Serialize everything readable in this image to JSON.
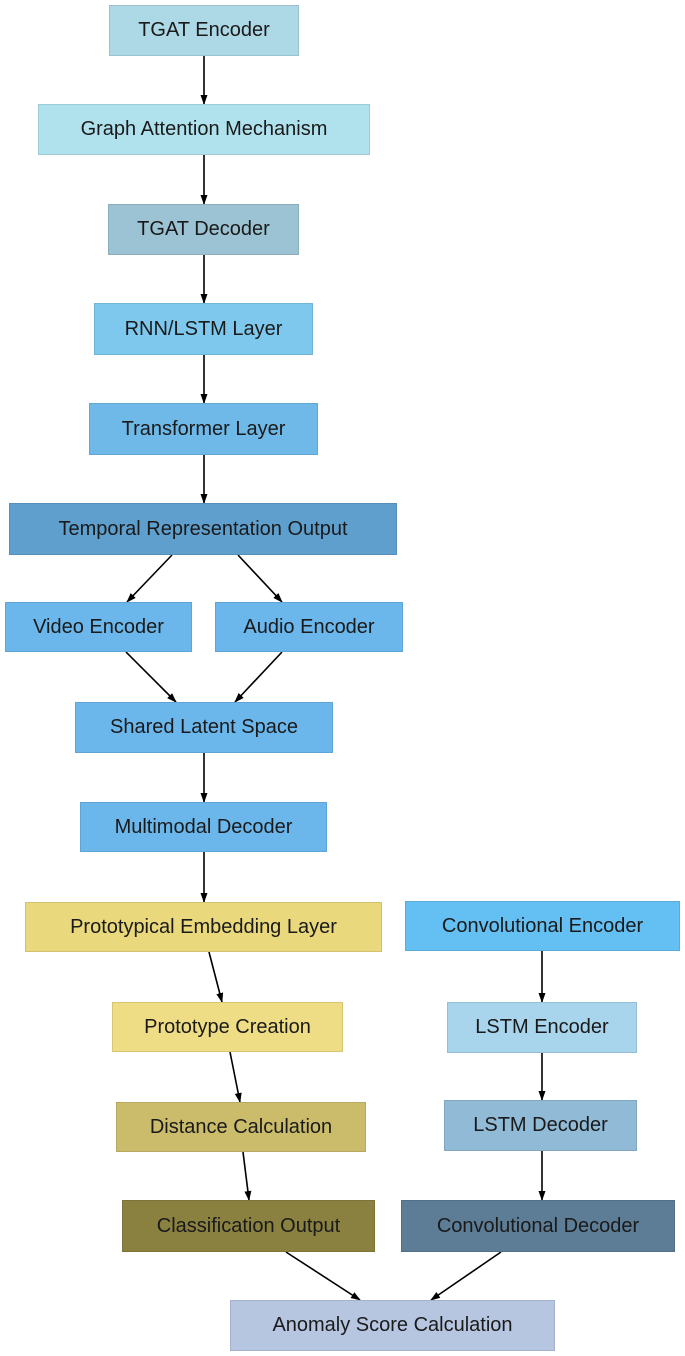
{
  "diagram": {
    "type": "flowchart",
    "background": "#ffffff",
    "edge_color": "#000000",
    "text_color": "#1a1a1a",
    "nodes": [
      {
        "id": "tgat_encoder",
        "label": "TGAT Encoder",
        "color": "#ADD8E6"
      },
      {
        "id": "graph_attention",
        "label": "Graph Attention Mechanism",
        "color": "#B0E2EE"
      },
      {
        "id": "tgat_decoder",
        "label": "TGAT Decoder",
        "color": "#9CC3D3"
      },
      {
        "id": "rnn_lstm",
        "label": "RNN/LSTM Layer",
        "color": "#7EC8EE"
      },
      {
        "id": "transformer",
        "label": "Transformer Layer",
        "color": "#6FB9E8"
      },
      {
        "id": "temporal",
        "label": "Temporal Representation Output",
        "color": "#5F9FCE"
      },
      {
        "id": "video_encoder",
        "label": "Video Encoder",
        "color": "#6BB7EC"
      },
      {
        "id": "audio_encoder",
        "label": "Audio Encoder",
        "color": "#6BB7EC"
      },
      {
        "id": "shared_latent",
        "label": "Shared Latent Space",
        "color": "#6BB7EC"
      },
      {
        "id": "multimodal",
        "label": "Multimodal Decoder",
        "color": "#6BB7EC"
      },
      {
        "id": "proto_embed",
        "label": "Prototypical Embedding Layer",
        "color": "#E9D97C"
      },
      {
        "id": "conv_encoder",
        "label": "Convolutional Encoder",
        "color": "#64BFF2"
      },
      {
        "id": "proto_creation",
        "label": "Prototype Creation",
        "color": "#EEDD84"
      },
      {
        "id": "lstm_encoder",
        "label": "LSTM Encoder",
        "color": "#A8D4EC"
      },
      {
        "id": "distance_calc",
        "label": "Distance Calculation",
        "color": "#CBBC6C"
      },
      {
        "id": "lstm_decoder",
        "label": "LSTM Decoder",
        "color": "#90BAD6"
      },
      {
        "id": "classification",
        "label": "Classification Output",
        "color": "#8A8040"
      },
      {
        "id": "conv_decoder",
        "label": "Convolutional Decoder",
        "color": "#5C7D95"
      },
      {
        "id": "anomaly",
        "label": "Anomaly Score Calculation",
        "color": "#B6C6E1"
      }
    ],
    "edges": [
      {
        "from": "tgat_encoder",
        "to": "graph_attention"
      },
      {
        "from": "graph_attention",
        "to": "tgat_decoder"
      },
      {
        "from": "tgat_decoder",
        "to": "rnn_lstm"
      },
      {
        "from": "rnn_lstm",
        "to": "transformer"
      },
      {
        "from": "transformer",
        "to": "temporal"
      },
      {
        "from": "temporal",
        "to": "video_encoder"
      },
      {
        "from": "temporal",
        "to": "audio_encoder"
      },
      {
        "from": "video_encoder",
        "to": "shared_latent"
      },
      {
        "from": "audio_encoder",
        "to": "shared_latent"
      },
      {
        "from": "shared_latent",
        "to": "multimodal"
      },
      {
        "from": "multimodal",
        "to": "proto_embed"
      },
      {
        "from": "proto_embed",
        "to": "proto_creation"
      },
      {
        "from": "proto_creation",
        "to": "distance_calc"
      },
      {
        "from": "distance_calc",
        "to": "classification"
      },
      {
        "from": "classification",
        "to": "anomaly"
      },
      {
        "from": "conv_encoder",
        "to": "lstm_encoder"
      },
      {
        "from": "lstm_encoder",
        "to": "lstm_decoder"
      },
      {
        "from": "lstm_decoder",
        "to": "conv_decoder"
      },
      {
        "from": "conv_decoder",
        "to": "anomaly"
      }
    ]
  }
}
